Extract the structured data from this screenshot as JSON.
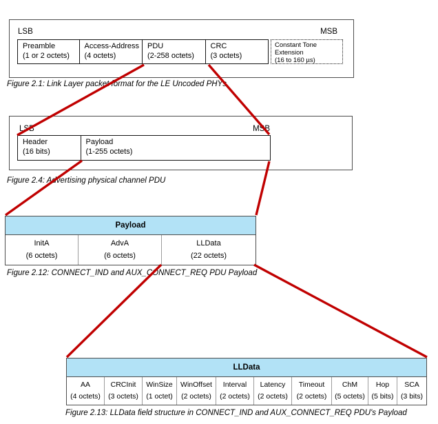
{
  "colors": {
    "connector_red": "#c00000",
    "table_header_blue": "#b2e2f6"
  },
  "fig1": {
    "lsb": "LSB",
    "msb": "MSB",
    "fields": [
      {
        "name": "Preamble",
        "size": "(1 or 2 octets)"
      },
      {
        "name": "Access-Address",
        "size": "(4 octets)"
      },
      {
        "name": "PDU",
        "size": "(2-258 octets)"
      },
      {
        "name": "CRC",
        "size": "(3 octets)"
      }
    ],
    "cte": {
      "line1": "Constant Tone",
      "line2": "Extension",
      "line3": "(16 to 160 µs)"
    },
    "caption": "Figure 2.1:  Link Layer packet format for the LE Uncoded PHYs"
  },
  "fig2": {
    "lsb": "LSB",
    "msb": "MSB",
    "fields": [
      {
        "name": "Header",
        "size": "(16 bits)"
      },
      {
        "name": "Payload",
        "size": "(1-255 octets)"
      }
    ],
    "caption": "Figure 2.4:  Advertising physical channel PDU"
  },
  "fig3": {
    "header": "Payload",
    "fields": [
      {
        "name": "InitA",
        "size": "(6 octets)"
      },
      {
        "name": "AdvA",
        "size": "(6 octets)"
      },
      {
        "name": "LLData",
        "size": "(22 octets)"
      }
    ],
    "caption": "Figure 2.12:   CONNECT_IND and AUX_CONNECT_REQ PDU Payload"
  },
  "fig4": {
    "header": "LLData",
    "fields": [
      {
        "name": "AA",
        "size": "(4 octets)"
      },
      {
        "name": "CRCInit",
        "size": "(3 octets)"
      },
      {
        "name": "WinSize",
        "size": "(1 octet)"
      },
      {
        "name": "WinOffset",
        "size": "(2 octets)"
      },
      {
        "name": "Interval",
        "size": "(2 octets)"
      },
      {
        "name": "Latency",
        "size": "(2 octets)"
      },
      {
        "name": "Timeout",
        "size": "(2 octets)"
      },
      {
        "name": "ChM",
        "size": "(5 octets)"
      },
      {
        "name": "Hop",
        "size": "(5 bits)"
      },
      {
        "name": "SCA",
        "size": "(3 bits)"
      }
    ],
    "caption": "Figure 2.13:  LLData field structure in CONNECT_IND and AUX_CONNECT_REQ PDU's Payload"
  }
}
